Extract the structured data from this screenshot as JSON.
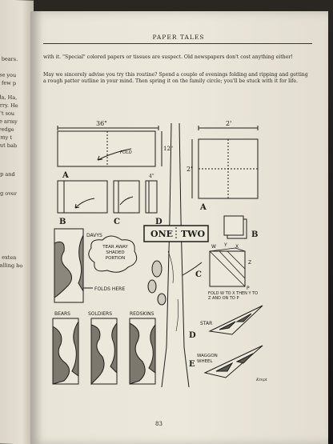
{
  "book": {
    "running_head": "PAPER TALES",
    "page_number": "83",
    "paragraph_1": "with it. \"Special\" colored papers or tissues are suspect. Old newspapers don't cost anything either!",
    "paragraph_2": "May we sincerely advise you try this routine? Spend a couple of evenings folding and ripping and getting a rough patter outline in your mind. Then spring it on the family circle; you'll be stuck with it for life."
  },
  "left_page_fragments": [
    "y bears.",
    "rse you",
    "a few p",
    "Ha, Ha,",
    "orry. He",
    "n't sou",
    "re army",
    "wedge",
    "f my t",
    "out bab",
    "up and",
    "ng over",
    "d exten",
    "calling bo"
  ],
  "illustration": {
    "dimension_36": "36\"",
    "dimension_12": "12\"",
    "dimension_4": "4\"",
    "dimension_2a": "2'",
    "dimension_2b": "2'",
    "fold_label": "FOLD",
    "step_a_left": "A",
    "step_a_right": "A",
    "step_b_left": "B",
    "step_b_right": "B",
    "step_c_left": "C",
    "step_c_right": "C",
    "step_d_left": "D",
    "step_d_right": "D",
    "step_e": "E",
    "sign_one": "ONE",
    "sign_two": "TWO",
    "davys": "DAVYS",
    "tear_note": "TEAR AWAY SHADED PORTION",
    "folds_here": "FOLDS HERE",
    "bears": "BEARS",
    "soldiers": "SOLDIERS",
    "redskins": "REDSKINS",
    "w": "W",
    "y": "Y",
    "x": "X",
    "z": "Z",
    "p": "P",
    "fold_instructions": "FOLD W TO X THEN Y TO Z AND ON TO P",
    "star": "STAR",
    "waggon_wheel": "WAGGON WHEEL",
    "signature": "Kmpt"
  }
}
